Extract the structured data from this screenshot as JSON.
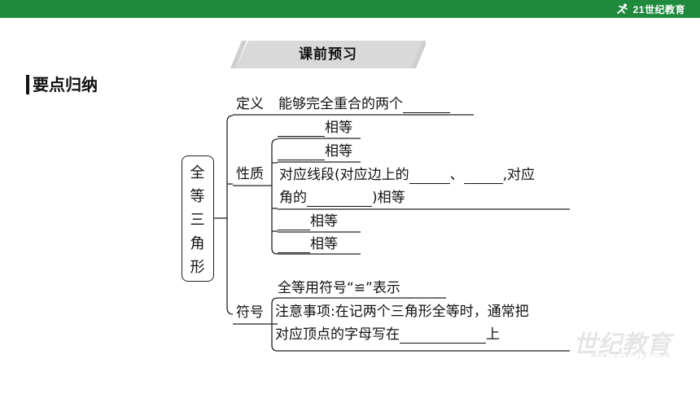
{
  "header": {
    "logo_text": "21世纪教育",
    "logo_icon": "runner-icon",
    "bar_color": "#1f8a3d"
  },
  "banner": {
    "label": "课前预习"
  },
  "section": {
    "title": "要点归纳"
  },
  "tree": {
    "root": "全\n等\n三\n角\n形",
    "definition": {
      "label": "定义",
      "text": "能够完全重合的两个"
    },
    "properties": {
      "label": "性质",
      "items": [
        "相等",
        "相等",
        "对应线段(对应边上的",
        "、",
        ",对应",
        "角的",
        ")相等",
        "相等",
        "相等"
      ]
    },
    "symbol": {
      "label": "符号",
      "line1": "全等用符号“≌”表示",
      "line2": "注意事项:在记两个三角形全等时，通常把",
      "line3": "对应顶点的字母写在",
      "line3_end": "上"
    }
  },
  "watermark": {
    "text": "世纪教育",
    "url_text": "www.21cnjy.com"
  }
}
